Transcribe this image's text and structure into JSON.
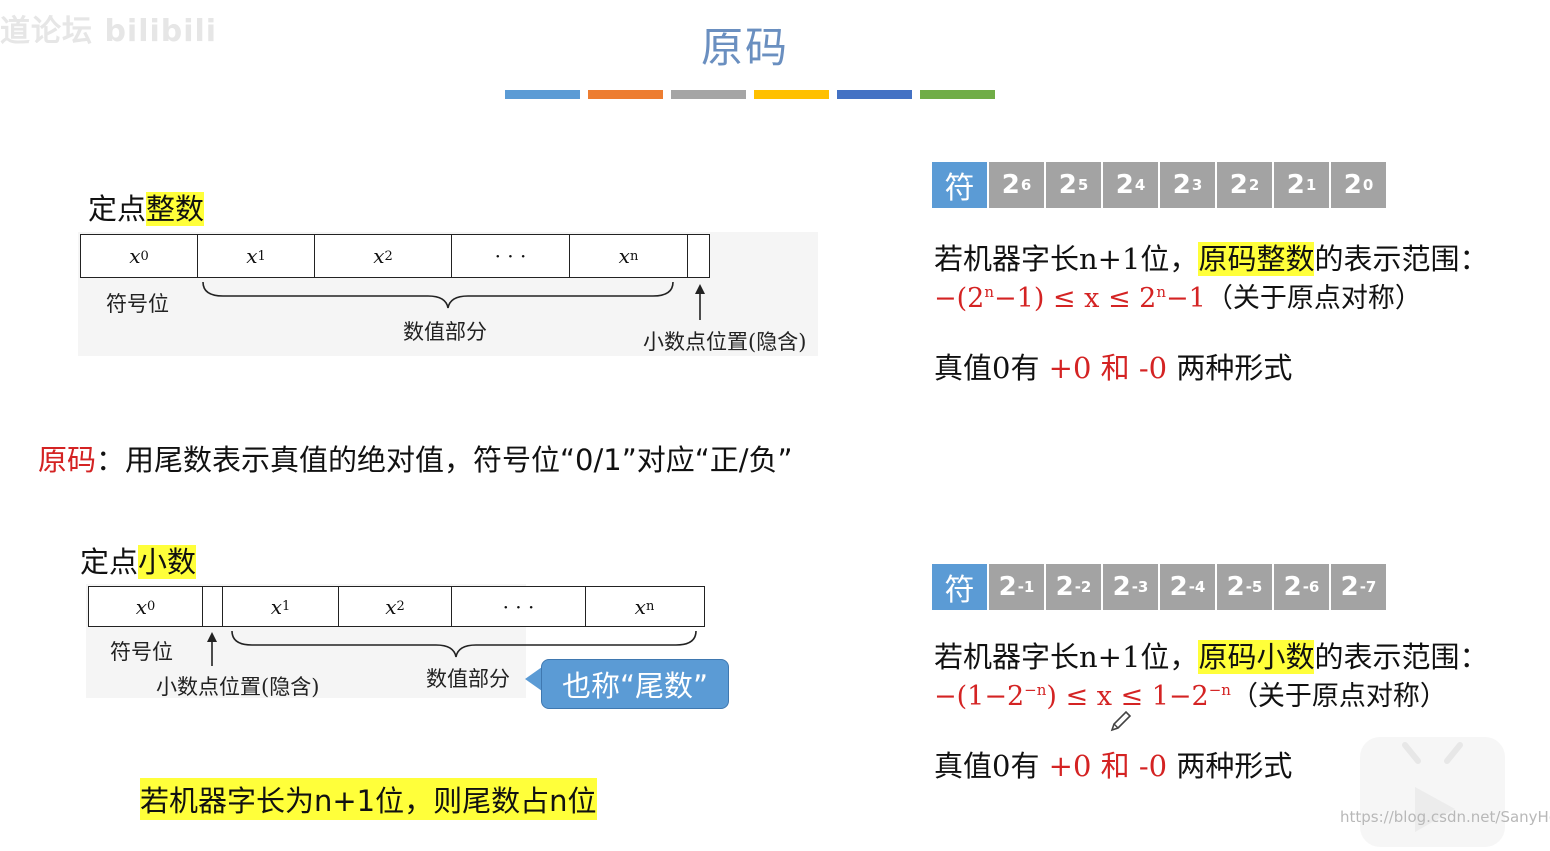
{
  "watermark": {
    "text": "道论坛 bilibili"
  },
  "slide": {
    "title": "原码",
    "stripe_colors": [
      "#5b9bd5",
      "#ed7d31",
      "#a5a5a5",
      "#ffc000",
      "#4472c4",
      "#70ad47"
    ]
  },
  "integer_section": {
    "heading_prefix": "定点",
    "heading_highlight": "整数",
    "cells": [
      "x",
      "x",
      "x",
      "· · ·",
      "x",
      ""
    ],
    "cell_subs": [
      "0",
      "1",
      "2",
      "",
      "n",
      ""
    ],
    "sign_label": "符号位",
    "value_label": "数值部分",
    "point_label": "小数点位置(隐含)",
    "bits": [
      "符",
      "2",
      "2",
      "2",
      "2",
      "2",
      "2",
      "2"
    ],
    "bit_exps": [
      "",
      "6",
      "5",
      "4",
      "3",
      "2",
      "1",
      "0"
    ],
    "range_prefix": "若机器字长n+1位，",
    "range_highlight": "原码整数",
    "range_suffix": "的表示范围：",
    "formula_red_a": "−(2",
    "formula_red_a_exp": "n",
    "formula_red_b": "−1)  ≤ x ≤ 2",
    "formula_red_b_exp": "n",
    "formula_red_c": "−1",
    "formula_note": "（关于原点对称）",
    "zero_prefix": "真值0有 ",
    "zero_red": "+0 和 -0",
    "zero_suffix": " 两种形式"
  },
  "definition": {
    "term": "原码",
    "text": "：用尾数表示真值的绝对值，符号位“0/1”对应“正/负”"
  },
  "fraction_section": {
    "heading_prefix": "定点",
    "heading_highlight": "小数",
    "cells": [
      "x",
      "",
      "x",
      "x",
      "· · ·",
      "x"
    ],
    "cell_subs": [
      "0",
      "",
      "1",
      "2",
      "",
      "n"
    ],
    "sign_label": "符号位",
    "value_label": "数值部分",
    "point_label": "小数点位置(隐含)",
    "bubble": "也称“尾数”",
    "bits": [
      "符",
      "2",
      "2",
      "2",
      "2",
      "2",
      "2",
      "2"
    ],
    "bit_exps": [
      "",
      "-1",
      "-2",
      "-3",
      "-4",
      "-5",
      "-6",
      "-7"
    ],
    "range_prefix": "若机器字长n+1位，",
    "range_highlight": "原码小数",
    "range_suffix": "的表示范围：",
    "formula_red_a": "−(1−2",
    "formula_red_a_exp": "−n",
    "formula_red_b": ")  ≤ x ≤ 1−2",
    "formula_red_b_exp": "−n",
    "formula_red_c": "",
    "formula_note": "（关于原点对称）",
    "zero_prefix": "真值0有 ",
    "zero_red": "+0 和 -0",
    "zero_suffix": " 两种形式",
    "footer_note": "若机器字长为n+1位，则尾数占n位"
  },
  "overlay": {
    "csdn_watermark": "https://blog.csdn.net/SanyHo"
  }
}
